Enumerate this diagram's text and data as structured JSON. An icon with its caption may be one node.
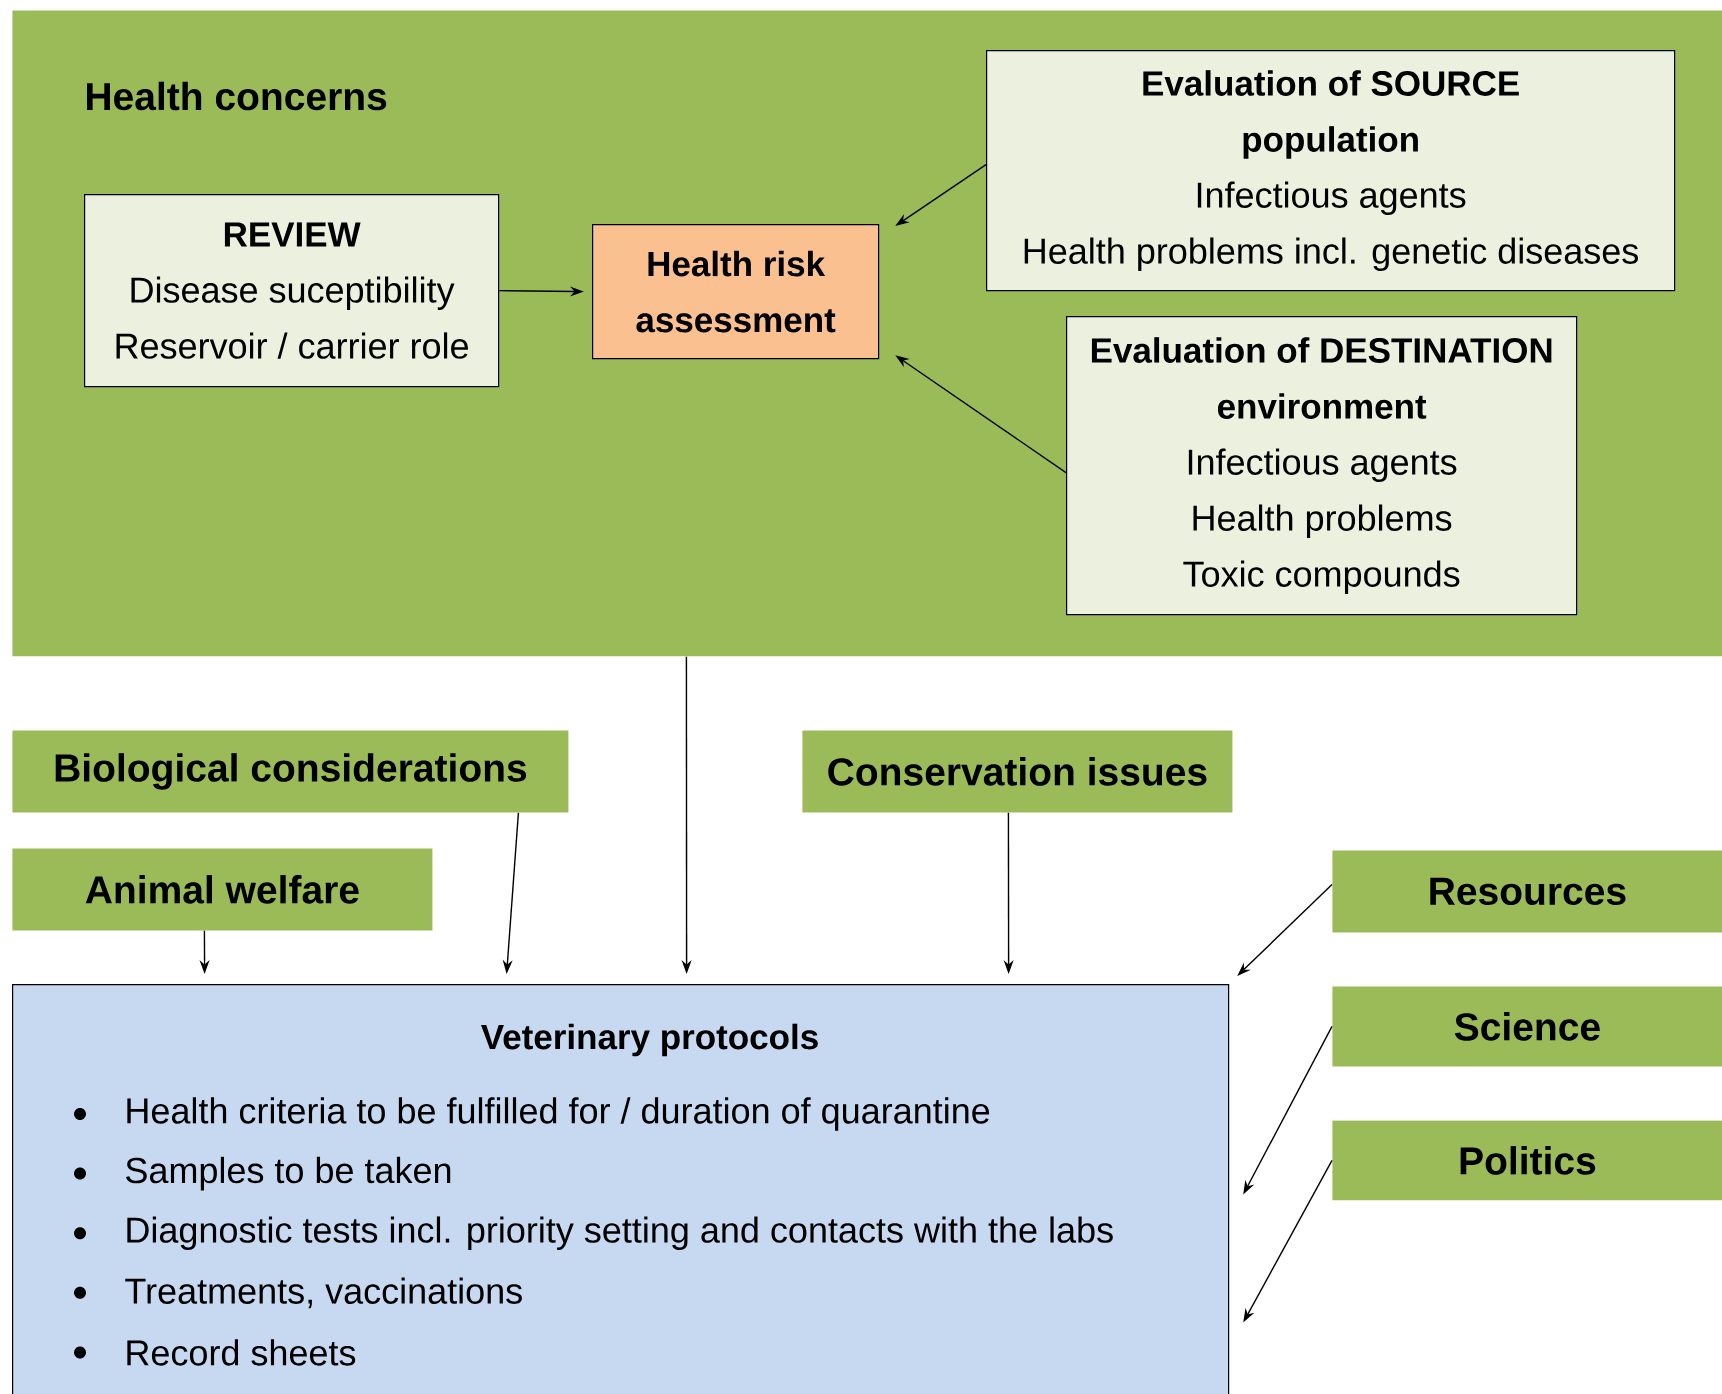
{
  "diagram": {
    "nodes": [
      {
        "text": [
          "Health concerns"
        ]
      },
      {
        "text": [
          "REVIEW",
          "Disease suceptibility",
          "Reservoir / carrier role"
        ],
        "in": 0
      },
      {
        "text": [
          "Health risk assessment"
        ],
        "in": 0
      },
      {
        "text": [
          "Evaluation of SOURCE population",
          "Infectious agents",
          "Health problems incl. genetic diseases"
        ],
        "in": 0
      },
      {
        "text": [
          "Evaluation of DESTINATION environment",
          "Infectious agents",
          "Health problems",
          "Toxic compounds"
        ],
        "in": 0
      },
      {
        "text": [
          "Biological considerations"
        ]
      },
      {
        "text": [
          "Conservation issues"
        ]
      },
      {
        "text": [
          "Animal welfare"
        ]
      },
      {
        "text": [
          "Resources"
        ]
      },
      {
        "text": [
          "Science"
        ]
      },
      {
        "text": [
          "Politics"
        ]
      },
      {
        "text": [
          "Veterinary protocols",
          "Health criteria to be fulfilled for / duration of quarantine",
          "Samples to be taken",
          "Diagnostic tests incl. priority setting and contacts with the labs",
          "Treatments, vaccinations",
          "Record sheets"
        ]
      }
    ],
    "edges": [
      {
        "from": 1,
        "to": 2,
        "arrow": "to"
      },
      {
        "from": 3,
        "to": 2,
        "arrow": "to"
      },
      {
        "from": 4,
        "to": 2,
        "arrow": "to"
      },
      {
        "from": 0,
        "to": 11,
        "arrow": "to"
      },
      {
        "from": 5,
        "to": 11,
        "arrow": "to"
      },
      {
        "from": 7,
        "to": 11,
        "arrow": "to"
      },
      {
        "from": 6,
        "to": 11,
        "arrow": "to"
      },
      {
        "from": 8,
        "to": 11,
        "arrow": "to"
      },
      {
        "from": 9,
        "to": 11,
        "arrow": "to"
      },
      {
        "from": 10,
        "to": 11,
        "arrow": "to"
      }
    ]
  }
}
